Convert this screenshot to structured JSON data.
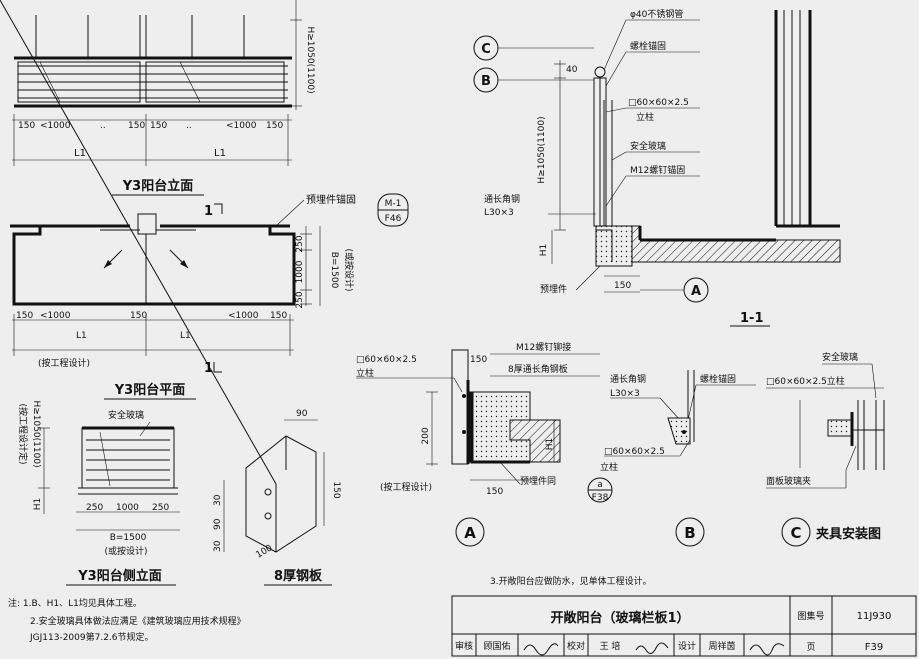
{
  "elevation": {
    "title": "Y3阳台立面",
    "height_dim": "H≥1050(1100)",
    "bottom_dims": [
      "150",
      "<1000",
      "..",
      "150",
      "150",
      "..",
      "<1000",
      "150"
    ],
    "span_labels": [
      "L1",
      "L1"
    ]
  },
  "plan": {
    "title": "Y3阳台平面",
    "section_mark_top": "1",
    "section_mark_bottom": "1",
    "embedded_label": "预埋件锚固",
    "ref_top": "M-1",
    "ref_bottom": "F46",
    "right_dims": [
      "250",
      "1000",
      "250"
    ],
    "overall_dim": "B=1500",
    "overall_note": "(或按设计)",
    "bottom_dims": [
      "150",
      "<1000",
      "L1",
      "150",
      "L1",
      "<1000",
      "150"
    ],
    "bottom_note": "(按工程设计)"
  },
  "side_elevation": {
    "title": "Y3阳台侧立面",
    "glass_label": "安全玻璃",
    "height_note": "(按工程设计定)",
    "height_dim": "H≥1050(1100)",
    "h1": "H1",
    "dims": [
      "250",
      "1000",
      "250"
    ],
    "overall_dim": "B=1500",
    "overall_note": "(或按设计)"
  },
  "plate": {
    "title": "8厚钢板",
    "top_dim": "90",
    "right_dim": "150",
    "left_dims": [
      "30",
      "90",
      "30"
    ],
    "bottom_dim": "100"
  },
  "section": {
    "title": "1-1",
    "callout_c": "C",
    "callout_b": "B",
    "callout_a": "A",
    "top_dim": "40",
    "height_dim": "H≥1050(1100)",
    "h1": "H1",
    "base_dim": "150",
    "labels": [
      "φ40不锈钢管",
      "螺栓锚固",
      "□60×60×2.5",
      "立柱",
      "安全玻璃",
      "M12螺钉锚固",
      "通长角钢",
      "L30×3",
      "预埋件"
    ]
  },
  "detail_a": {
    "title": "A",
    "labels": [
      "□60×60×2.5",
      "立柱",
      "M12螺钉铆接",
      "8厚通长角钢板",
      "预埋件同"
    ],
    "dims": [
      "150",
      "200",
      "H1",
      "150"
    ],
    "note": "(按工程设计)",
    "ref_top": "a",
    "ref_bottom": "F38"
  },
  "detail_b": {
    "title": "B",
    "labels": [
      "通长角钢",
      "L30×3",
      "螺栓锚固",
      "□60×60×2.5",
      "立柱"
    ]
  },
  "detail_c": {
    "title": "C",
    "caption": "夹具安装图",
    "labels": [
      "安全玻璃",
      "□60×60×2.5立柱",
      "面板玻璃夹"
    ]
  },
  "notes": {
    "lines": [
      "注: 1.B、H1、L1均见具体工程。",
      "2.安全玻璃具体做法应满足《建筑玻璃应用技术规程》",
      "JGJ113-2009第7.2.6节规定。",
      "3.开敞阳台应做防水，见单体工程设计。"
    ]
  },
  "title_block": {
    "title": "开敞阳台（玻璃栏板1）",
    "atlas_label": "图集号",
    "atlas_no": "11J930",
    "page_label": "页",
    "page_no": "F39",
    "row": [
      "审核",
      "顾国佑",
      "校对",
      "王 培",
      "设计",
      "周祥茵"
    ]
  }
}
